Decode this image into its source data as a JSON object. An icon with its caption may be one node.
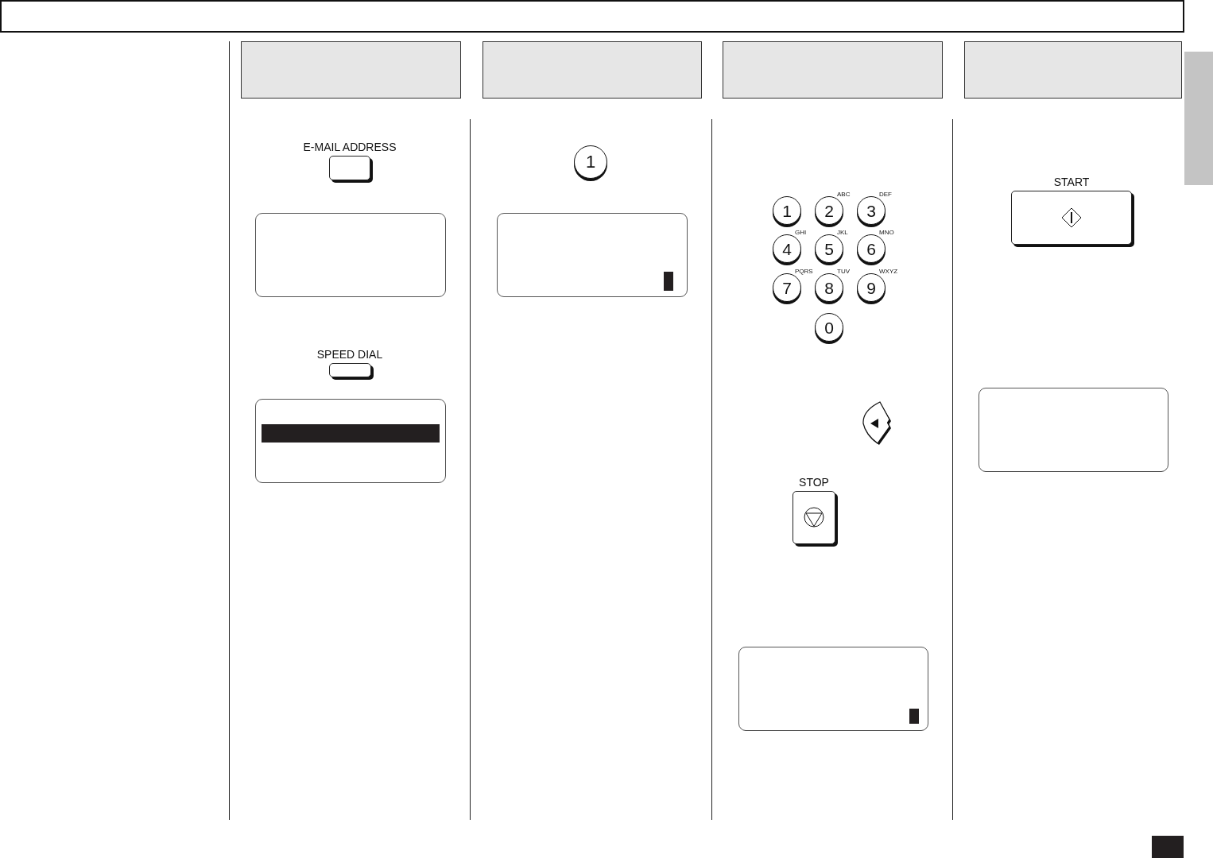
{
  "diagram": {
    "nodes": [
      {
        "text": [],
        "shape": "box"
      },
      {
        "text": [],
        "shape": "box"
      },
      {
        "text": [],
        "shape": "box"
      },
      {
        "text": [],
        "shape": "box"
      },
      {
        "text": [],
        "shape": "box"
      },
      {
        "text": [],
        "shape": "bar"
      },
      {
        "text": [
          "E-MAIL ADDRESS"
        ]
      },
      {
        "text": [],
        "shape": "box"
      },
      {
        "text": [
          "SPEED DIAL"
        ]
      },
      {
        "text": [],
        "shape": "box"
      },
      {
        "text": [
          "1"
        ]
      },
      {
        "text": [],
        "shape": "box"
      },
      {
        "text": [
          "1"
        ]
      },
      {
        "text": [
          "2"
        ],
        "beside": [
          "ABC"
        ]
      },
      {
        "text": [
          "3"
        ],
        "beside": [
          "DEF"
        ]
      },
      {
        "text": [
          "4"
        ],
        "beside": [
          "GHI"
        ]
      },
      {
        "text": [
          "5"
        ],
        "beside": [
          "JKL"
        ]
      },
      {
        "text": [
          "6"
        ],
        "beside": [
          "MNO"
        ]
      },
      {
        "text": [
          "7"
        ],
        "beside": [
          "PQRS"
        ]
      },
      {
        "text": [
          "8"
        ],
        "beside": [
          "TUV"
        ]
      },
      {
        "text": [
          "9"
        ],
        "beside": [
          "WXYZ"
        ]
      },
      {
        "text": [
          "0"
        ]
      },
      {
        "text": [],
        "shape": "button"
      },
      {
        "text": [
          "STOP"
        ]
      },
      {
        "text": [],
        "shape": "box"
      },
      {
        "text": [
          "START"
        ]
      },
      {
        "text": [],
        "shape": "box"
      }
    ]
  }
}
